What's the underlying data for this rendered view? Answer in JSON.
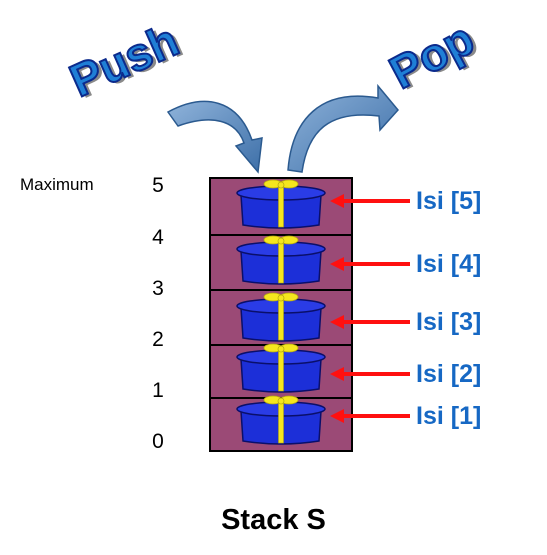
{
  "push_label": "Push",
  "pop_label": "Pop",
  "maximum_label": "Maximum",
  "indices": [
    "5",
    "4",
    "3",
    "2",
    "1",
    "0"
  ],
  "slots": [
    {
      "label": "Isi [5]"
    },
    {
      "label": "Isi [4]"
    },
    {
      "label": "Isi [3]"
    },
    {
      "label": "Isi [2]"
    },
    {
      "label": "Isi [1]"
    }
  ],
  "title": "Stack S",
  "colors": {
    "stack_fill": "#9b4a76",
    "box_blue": "#1c2fd8",
    "ribbon_yellow": "#f5e61e",
    "arrow_red": "#ff1010",
    "label_blue": "#1668c4",
    "curve_arrow_blue": "#4f86c0"
  }
}
